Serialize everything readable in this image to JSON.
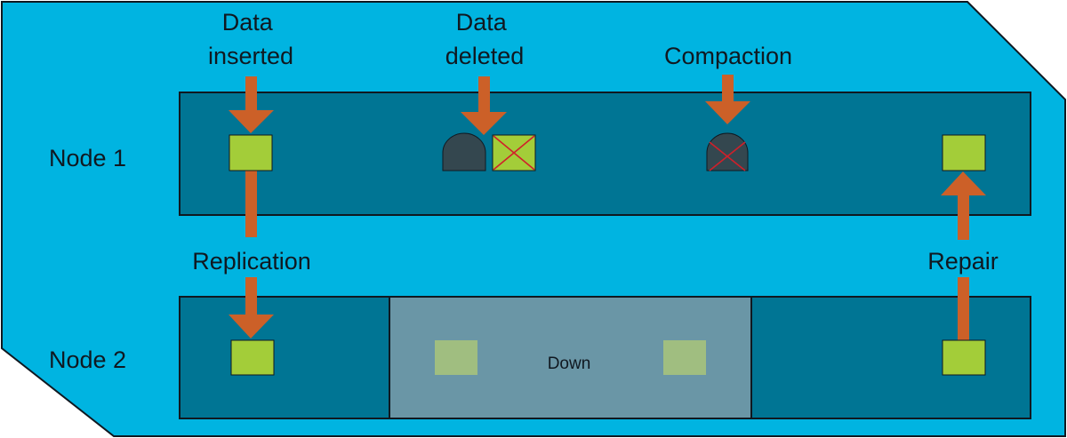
{
  "labels": {
    "data_inserted": [
      "Data",
      "inserted"
    ],
    "data_deleted": [
      "Data",
      "deleted"
    ],
    "compaction": "Compaction",
    "replication": "Replication",
    "repair": "Repair",
    "node1": "Node 1",
    "node2": "Node 2",
    "down": "Down"
  },
  "colors": {
    "background": "#00b4e1",
    "lane": "#007594",
    "down_region": "#6a96a6",
    "data_block": "#a3cd39",
    "data_block_faded": "#a0be80",
    "tombstone": "#34474f",
    "arrow": "#cc6028",
    "cross": "#d0202a",
    "outline": "#101820"
  }
}
